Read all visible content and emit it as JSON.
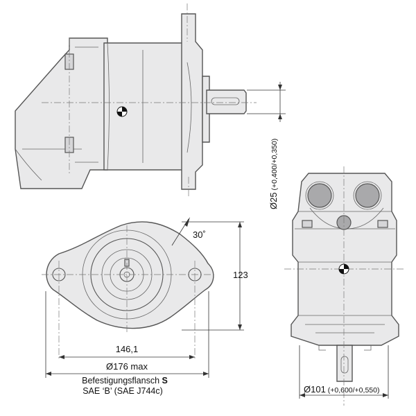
{
  "labels": {
    "angle": "30˚",
    "height": "123",
    "bolt_spacing": "146,1",
    "flange_diameter": "Ø176 max",
    "flange_title_prefix": "Befestigungsflansch ",
    "flange_title_bold": "S",
    "flange_standard": "SAE ‘B’ (SAE J744c)",
    "shaft_main": "Ø25",
    "shaft_tol": " (+0,400/+0,350)",
    "pilot_main": "Ø101",
    "pilot_tol": " (+0,600/+0,550)"
  },
  "colors": {
    "body": "#e9e9ea",
    "port": "#a9a9ab",
    "outline": "#555555"
  }
}
